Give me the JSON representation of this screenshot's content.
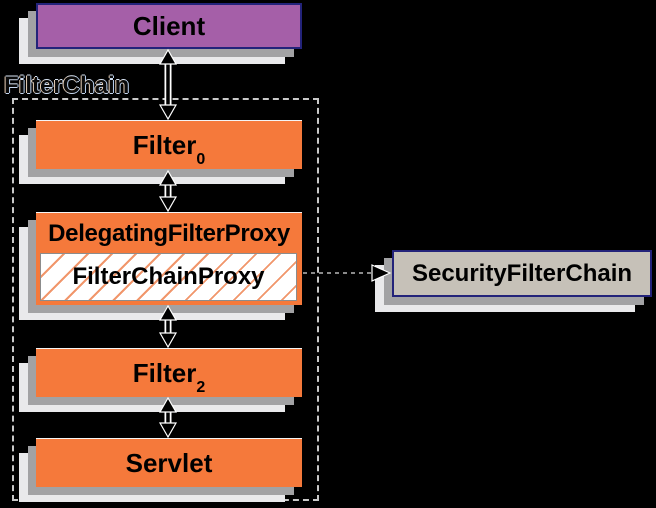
{
  "filterchain_group": {
    "label": "FilterChain"
  },
  "boxes": {
    "client": {
      "label": "Client",
      "fill": "#a55fa8",
      "border": "#23237a"
    },
    "filter0": {
      "label": "Filter",
      "subscript": "0",
      "fill": "#f5793b"
    },
    "delegating_filter_proxy": {
      "label": "DelegatingFilterProxy",
      "fill": "#f5793b"
    },
    "filter_chain_proxy": {
      "label": "FilterChainProxy",
      "fill": "#ffffff",
      "hatch_color": "#f1966b"
    },
    "filter2": {
      "label": "Filter",
      "subscript": "2",
      "fill": "#f5793b"
    },
    "servlet": {
      "label": "Servlet",
      "fill": "#f5793b"
    },
    "security_filter_chain": {
      "label": "SecurityFilterChain",
      "fill": "#c6c1b8",
      "border": "#23237a"
    }
  },
  "colors": {
    "background": "#000000",
    "shadow_mid": "#a2a2a4",
    "shadow_light": "#e9e9eb",
    "dashed_border": "#c9c9c9",
    "arrow_fill": "#000000",
    "arrow_outline": "#ffffff"
  }
}
